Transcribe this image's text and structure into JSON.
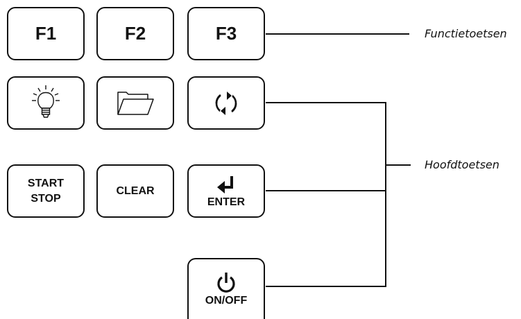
{
  "keys": {
    "f1": "F1",
    "f2": "F2",
    "f3": "F3",
    "light": {
      "icon": "lightbulb-icon"
    },
    "folder": {
      "icon": "folder-icon"
    },
    "refresh": {
      "icon": "refresh-icon"
    },
    "start_stop": {
      "line1": "START",
      "line2": "STOP"
    },
    "clear": "CLEAR",
    "enter": {
      "label": "ENTER",
      "icon": "enter-arrow-icon"
    },
    "on_off": {
      "label": "ON/OFF",
      "icon": "power-icon"
    }
  },
  "labels": {
    "function_keys": "Functietoetsen",
    "main_keys": "Hoofdtoetsen"
  }
}
